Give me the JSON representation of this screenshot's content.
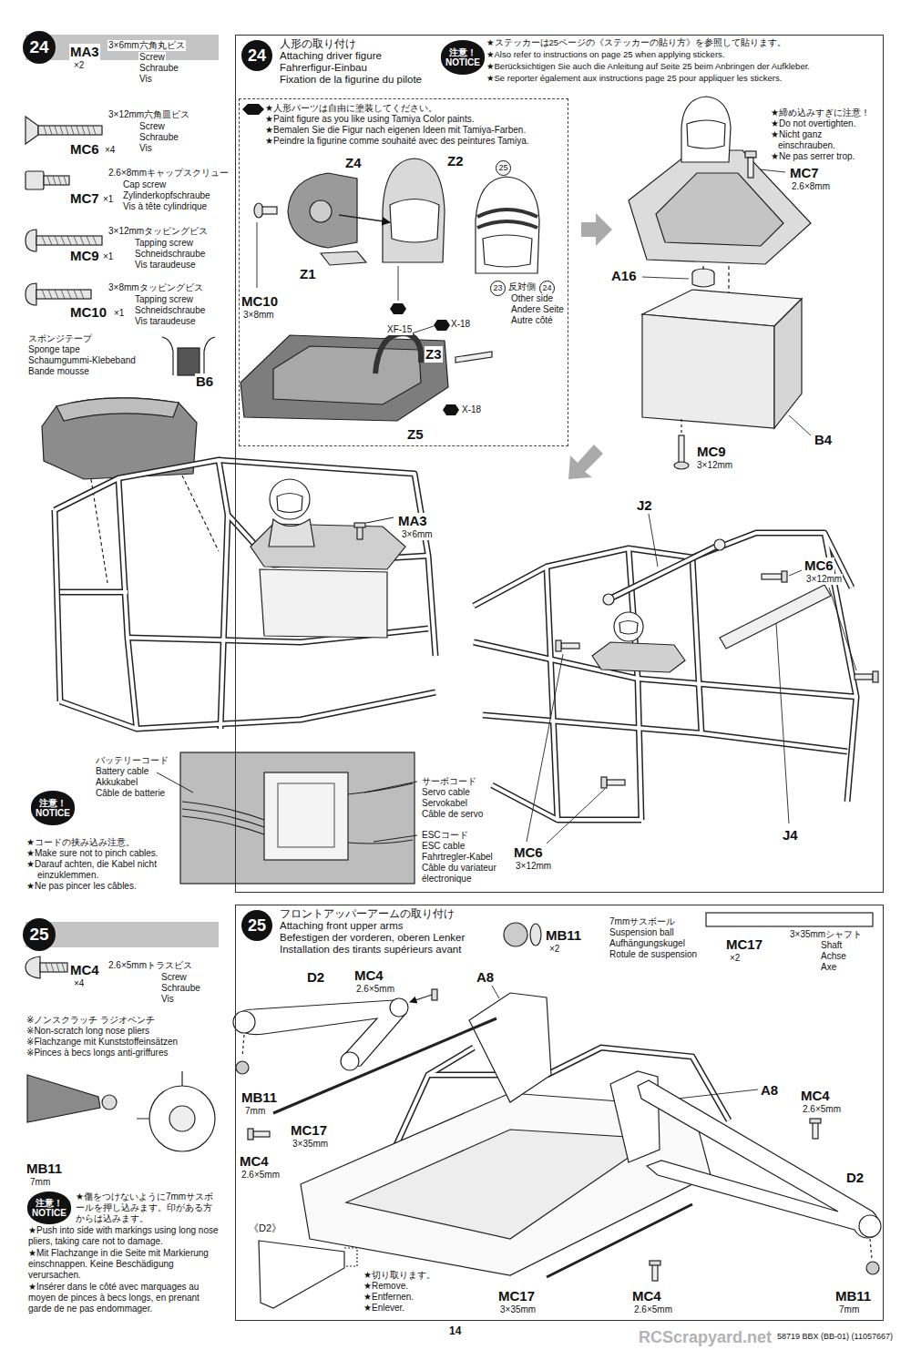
{
  "diagram": {
    "nodes": [
      {
        "text": [
          "24"
        ]
      },
      {
        "text": [
          "24",
          "人形の取り付け",
          "Attaching driver figure",
          "Fahrerfigur-Einbau",
          "Fixation de la figurine du pilote"
        ]
      },
      {
        "text": [
          "注意！ NOTICE"
        ],
        "in": 1
      },
      {
        "text": [
          "★人形パーツは自由に塗装してください。",
          "★Paint figure as you like using Tamiya Color paints.",
          "★Bemalen Sie die Figur nach eigenen Ideen mit Tamiya-Farben.",
          "★Peindre la figurine comme souhaité avec des peintures Tamiya."
        ],
        "in": 1
      },
      {
        "text": [
          "注意！ NOTICE"
        ]
      },
      {
        "text": [
          "25"
        ]
      },
      {
        "text": [
          "25",
          "フロントアッパーアームの取り付け",
          "Attaching front upper arms",
          "Befestigen der vorderen, oberen Lenker",
          "Installation des tirants supérieurs avant"
        ]
      },
      {
        "text": [
          "注意！ NOTICE"
        ]
      }
    ],
    "labels": [
      "MA3",
      "×2",
      "3×6mm六角丸ビス",
      "Screw",
      "Schraube",
      "Vis",
      "MC6",
      "×4",
      "3×12mm六角皿ビス",
      "Screw",
      "Schraube",
      "Vis",
      "MC7",
      "×1",
      "2.6×8mmキャップスクリュー",
      "Cap screw",
      "Zylinderkopfschraube",
      "Vis à tête cylindrique",
      "MC9",
      "×1",
      "3×12mmタッピングビス",
      "Tapping screw",
      "Schneidschraube",
      "Vis taraudeuse",
      "MC10",
      "×1",
      "3×8mmタッピングビス",
      "Tapping screw",
      "Schneidschraube",
      "Vis taraudeuse",
      "スポンジテープ",
      "Sponge tape",
      "Schaumgummi-Klebeband",
      "Bande mousse",
      "B6",
      "★ステッカーは25ページの《ステッカーの貼り方》を参照して貼ります。",
      "★Also refer to instructions on page 25 when applying stickers.",
      "★Berücksichtigen Sie auch die Anleitung auf Seite 25 beim Anbringen der Aufkleber.",
      "★Se reporter également aux instructions page 25 pour appliquer les stickers.",
      "Z4",
      "Z2",
      "25",
      "MC10",
      "3×8mm",
      "Z1",
      "XF-15",
      "23",
      "反対側",
      "24",
      "Other side",
      "Andere Seite",
      "Autre côté",
      "X-18",
      "Z3",
      "X-18",
      "Z5",
      "★締め込みすぎに注意！",
      "★Do not overtighten.",
      "★Nicht ganz",
      "einschrauben.",
      "★Ne pas serrer trop.",
      "MC7",
      "2.6×8mm",
      "A16",
      "MC9",
      "3×12mm",
      "B4",
      "MA3",
      "3×6mm",
      "バッテリーコード",
      "Battery cable",
      "Akkukabel",
      "Câble de batterie",
      "★コードの挟み込み注意。",
      "★Make sure not to pinch cables.",
      "★Darauf achten, die Kabel nicht",
      "einzuklemmen.",
      "★Ne pas pincer les câbles.",
      "サーボコード",
      "Servo cable",
      "Servokabel",
      "Câble de servo",
      "ESCコード",
      "ESC cable",
      "Fahrtregler-Kabel",
      "Câble du variateur",
      "électronique",
      "J2",
      "MC6",
      "3×12mm",
      "MC6",
      "3×12mm",
      "J4",
      "MC4",
      "×4",
      "2.6×5mmトラスビス",
      "Screw",
      "Schraube",
      "Vis",
      "※ノンスクラッチ ラジオペンチ",
      "※Non-scratch long nose pliers",
      "※Flachzange mit Kunststoffeinsätzen",
      "※Pinces à becs longs anti-griffures",
      "MB11",
      "7mm",
      "★傷をつけないように7mmサスボールを押し込みます。印がある方からは込みます。",
      "★Push into side with markings using long nose pliers, taking care not to damage.",
      "★Mit Flachzange in die Seite mit Markierung einschnappen. Keine Beschädigung verursachen.",
      "★Insérer dans le côté avec marquages au moyen de pinces à becs longs, en prenant garde de ne pas endommager.",
      "MB11",
      "×2",
      "7mmサスボール",
      "Suspension ball",
      "Aufhängungskugel",
      "Rotule de suspension",
      "MC17",
      "×2",
      "3×35mmシャフト",
      "Shaft",
      "Achse",
      "Axe",
      "D2",
      "MC4",
      "2.6×5mm",
      "A8",
      "MB11",
      "7mm",
      "MC17",
      "3×35mm",
      "MC4",
      "2.6×5mm",
      "A8",
      "MC4",
      "2.6×5mm",
      "D2",
      "《D2》",
      "★切り取ります。",
      "★Remove.",
      "★Entfernen.",
      "★Enlever.",
      "MC17",
      "3×35mm",
      "MC4",
      "2.6×5mm",
      "MB11",
      "7mm",
      "14",
      "58719 BBX (BB-01) (11057667)",
      "RCScrapyard.net"
    ]
  }
}
